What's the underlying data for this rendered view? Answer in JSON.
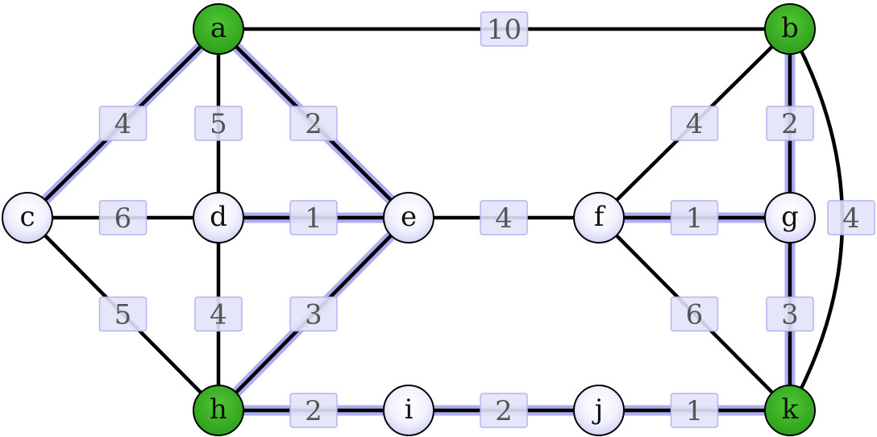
{
  "graph": {
    "colors": {
      "terminal_fill": "#3cb826",
      "node_fill_light": "#f7f7ff",
      "node_fill_dark": "#cfcff5",
      "edge": "#000000",
      "highlight": "#a9a9f0",
      "label_fill": "#e3e3fa",
      "label_text": "#555555"
    },
    "nodes": [
      {
        "id": "a",
        "label": "a",
        "terminal": true
      },
      {
        "id": "b",
        "label": "b",
        "terminal": true
      },
      {
        "id": "c",
        "label": "c",
        "terminal": false
      },
      {
        "id": "d",
        "label": "d",
        "terminal": false
      },
      {
        "id": "e",
        "label": "e",
        "terminal": false
      },
      {
        "id": "f",
        "label": "f",
        "terminal": false
      },
      {
        "id": "g",
        "label": "g",
        "terminal": false
      },
      {
        "id": "h",
        "label": "h",
        "terminal": true
      },
      {
        "id": "i",
        "label": "i",
        "terminal": false
      },
      {
        "id": "j",
        "label": "j",
        "terminal": false
      },
      {
        "id": "k",
        "label": "k",
        "terminal": true
      }
    ],
    "edges": [
      {
        "from": "a",
        "to": "b",
        "weight": "10",
        "highlighted": false
      },
      {
        "from": "a",
        "to": "c",
        "weight": "4",
        "highlighted": true
      },
      {
        "from": "a",
        "to": "d",
        "weight": "5",
        "highlighted": false
      },
      {
        "from": "a",
        "to": "e",
        "weight": "2",
        "highlighted": true
      },
      {
        "from": "c",
        "to": "d",
        "weight": "6",
        "highlighted": false
      },
      {
        "from": "d",
        "to": "e",
        "weight": "1",
        "highlighted": true
      },
      {
        "from": "c",
        "to": "h",
        "weight": "5",
        "highlighted": false
      },
      {
        "from": "d",
        "to": "h",
        "weight": "4",
        "highlighted": false
      },
      {
        "from": "e",
        "to": "h",
        "weight": "3",
        "highlighted": true
      },
      {
        "from": "e",
        "to": "f",
        "weight": "4",
        "highlighted": false
      },
      {
        "from": "b",
        "to": "f",
        "weight": "4",
        "highlighted": false
      },
      {
        "from": "b",
        "to": "g",
        "weight": "2",
        "highlighted": true
      },
      {
        "from": "f",
        "to": "g",
        "weight": "1",
        "highlighted": true
      },
      {
        "from": "f",
        "to": "k",
        "weight": "6",
        "highlighted": false
      },
      {
        "from": "g",
        "to": "k",
        "weight": "3",
        "highlighted": true
      },
      {
        "from": "b",
        "to": "k",
        "weight": "4",
        "highlighted": false
      },
      {
        "from": "h",
        "to": "i",
        "weight": "2",
        "highlighted": true
      },
      {
        "from": "i",
        "to": "j",
        "weight": "2",
        "highlighted": true
      },
      {
        "from": "j",
        "to": "k",
        "weight": "1",
        "highlighted": true
      }
    ]
  }
}
